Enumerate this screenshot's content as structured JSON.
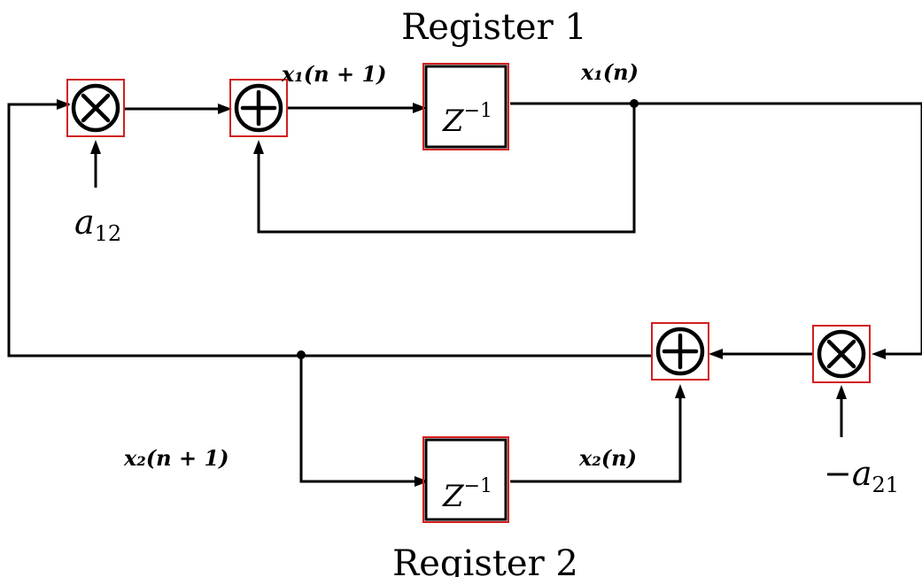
{
  "registers": {
    "top_title": "Register 1",
    "bottom_title": "Register 2",
    "delay_label": "Z",
    "delay_exponent": "−1"
  },
  "signals": {
    "x1_next": "x₁(n + 1)",
    "x1": "x₁(n)",
    "x2_next": "x₂(n + 1)",
    "x2": "x₂(n)"
  },
  "coefficients": {
    "a12_base": "a",
    "a12_sub": "12",
    "a21_base": "−a",
    "a21_sub": "21"
  },
  "colors": {
    "line": "#000000",
    "highlight": "#d21f1f"
  }
}
